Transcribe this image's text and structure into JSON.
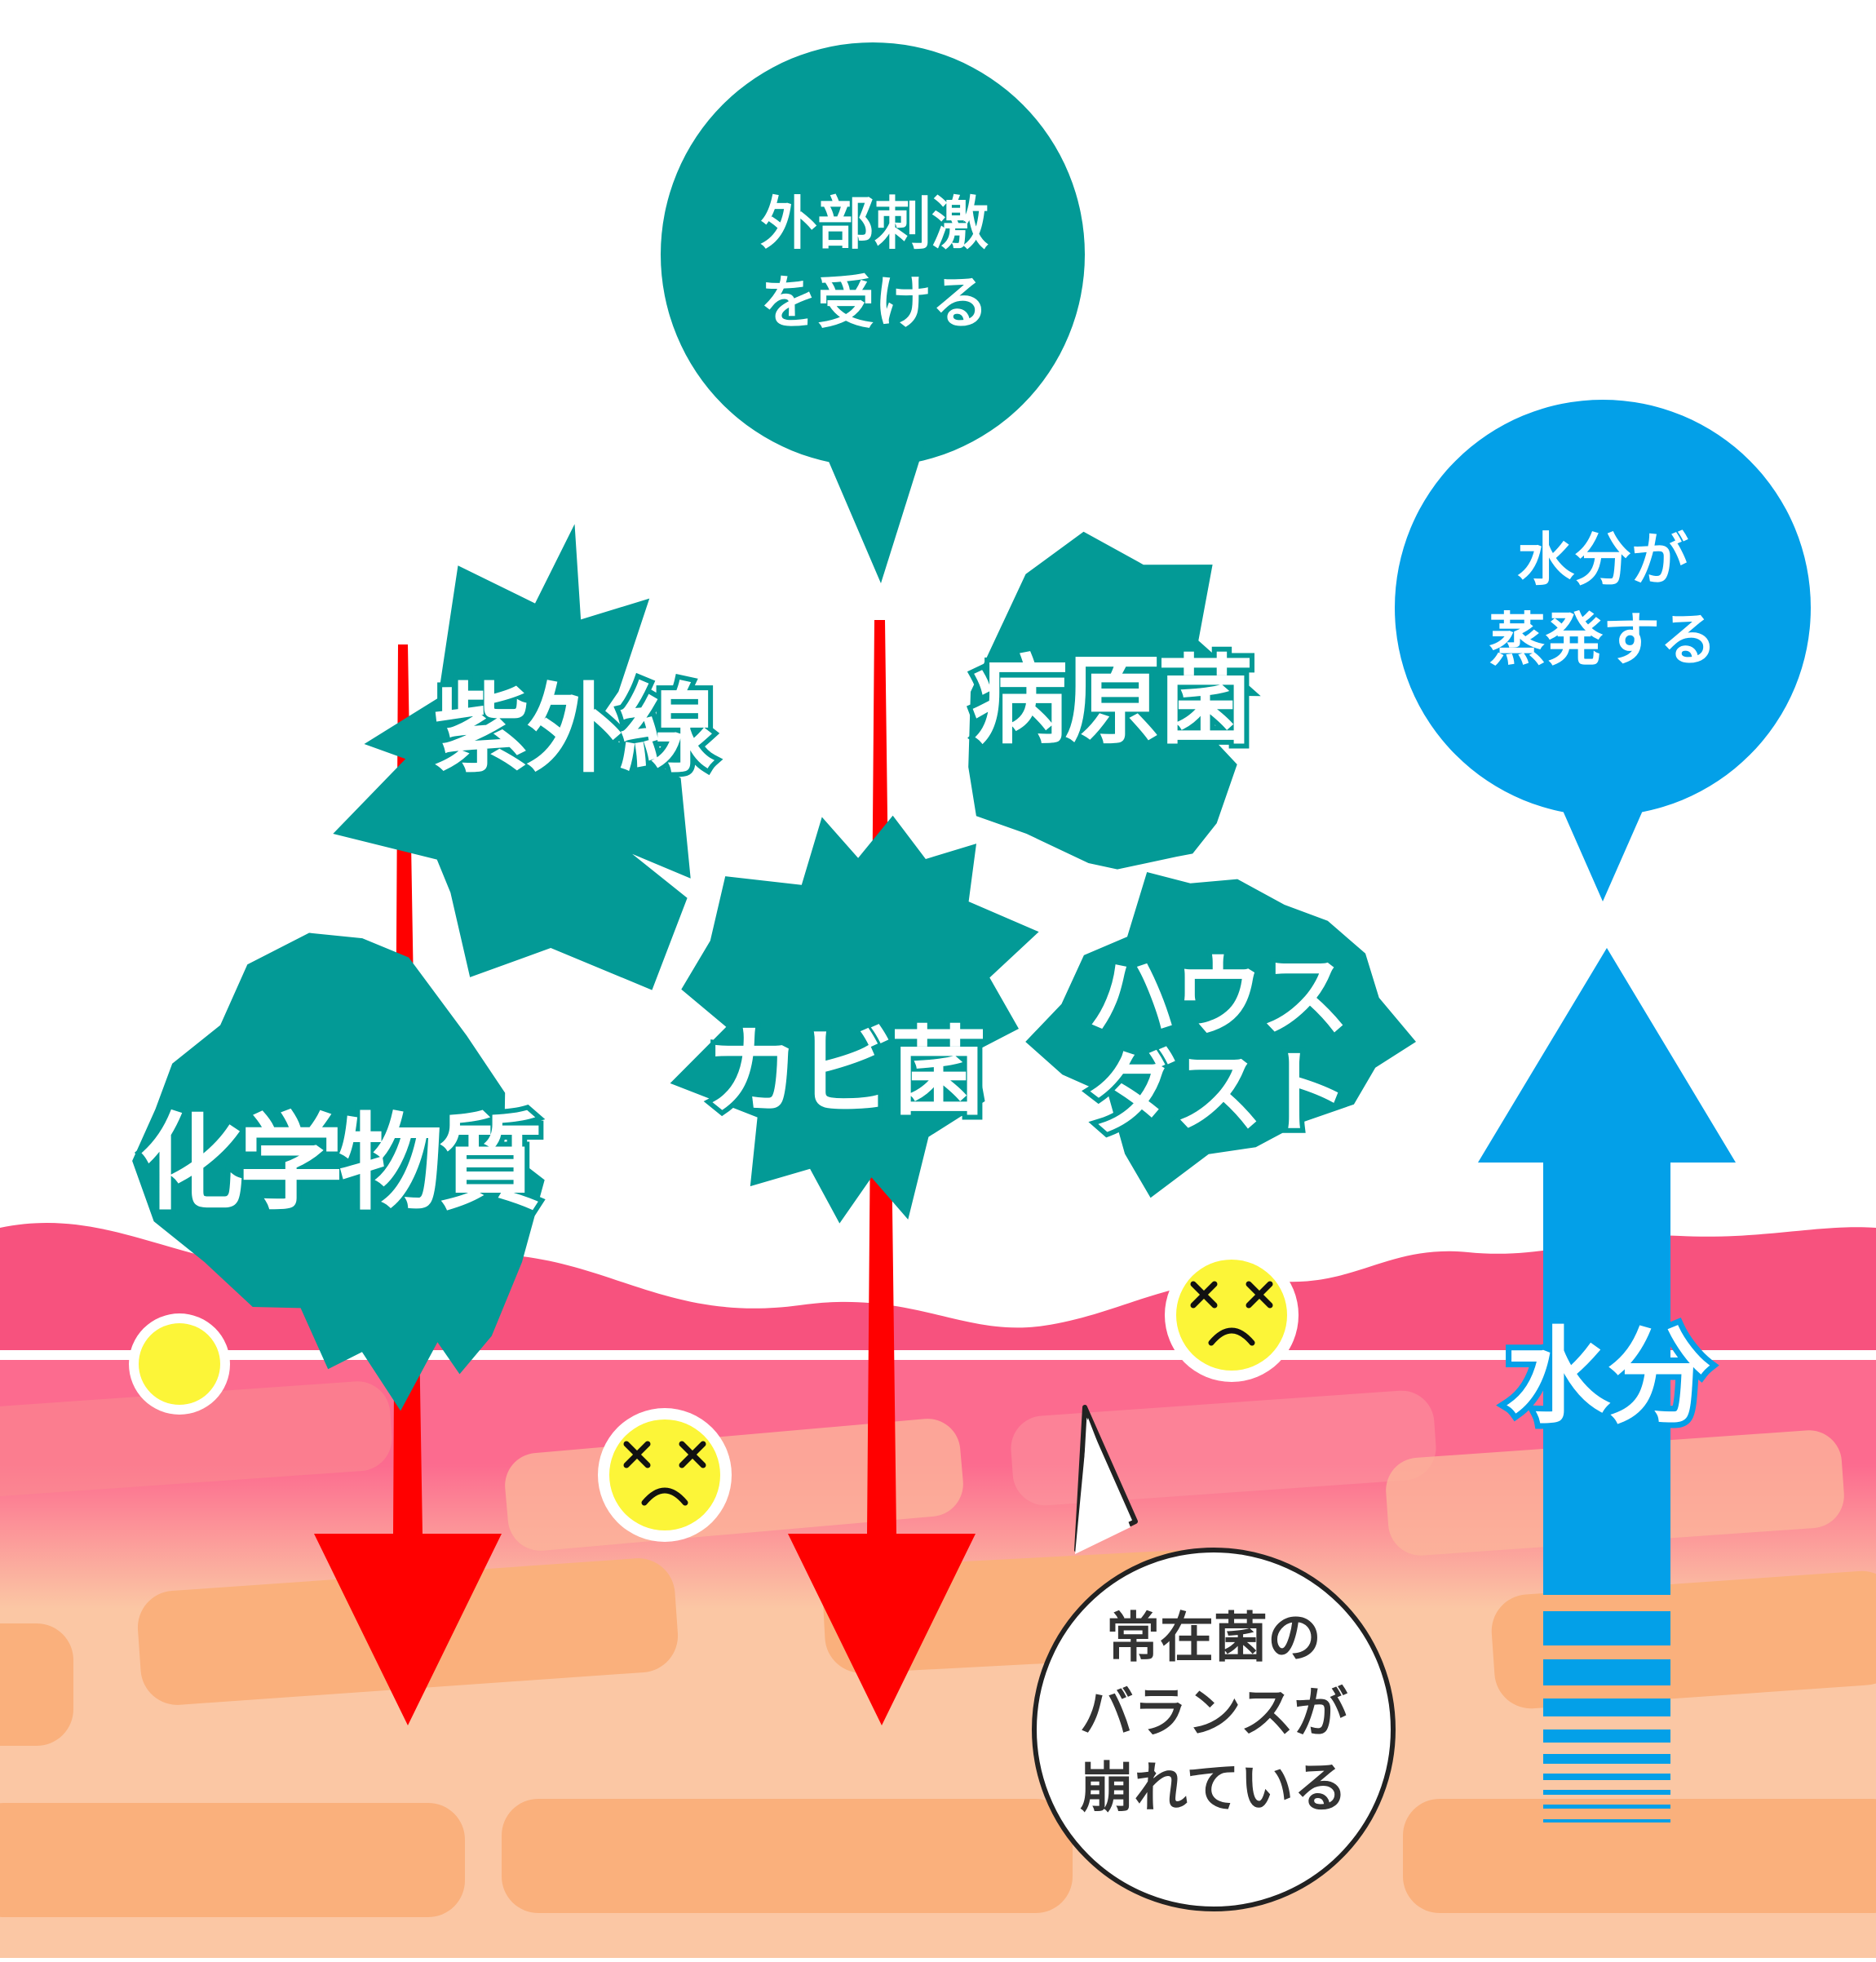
{
  "colors": {
    "teal": "#039a96",
    "blue": "#03a0e8",
    "red": "#ff0000",
    "skin_top": "#f7527e",
    "skin_mid": "#fc6b8f",
    "skin_lower": "#fbc7a4",
    "cell": "#fab07c",
    "face_yellow": "#fcf538",
    "line_white": "#ffffff"
  },
  "bubbles": {
    "external": {
      "line1": "外部刺激",
      "line2": "を受ける"
    },
    "evaporate": {
      "line1": "水分が",
      "line2": "蒸発する"
    },
    "bacteria": {
      "line1": "常在菌の",
      "line2": "バランスが",
      "line3": "崩れている"
    }
  },
  "stimuli": {
    "uv": "紫外線",
    "pathogen": "病原菌",
    "chemical": "化学物質",
    "mold": "カビ菌",
    "dust_line1": "ハウス",
    "dust_line2": "ダスト"
  },
  "moisture_label": "水分",
  "icons": {
    "burst": "starburst-icon",
    "sad_face": "sad-face-icon",
    "happy_dot": "yellow-dot-icon",
    "arrow_down": "arrow-down-icon",
    "arrow_up": "arrow-up-icon"
  }
}
